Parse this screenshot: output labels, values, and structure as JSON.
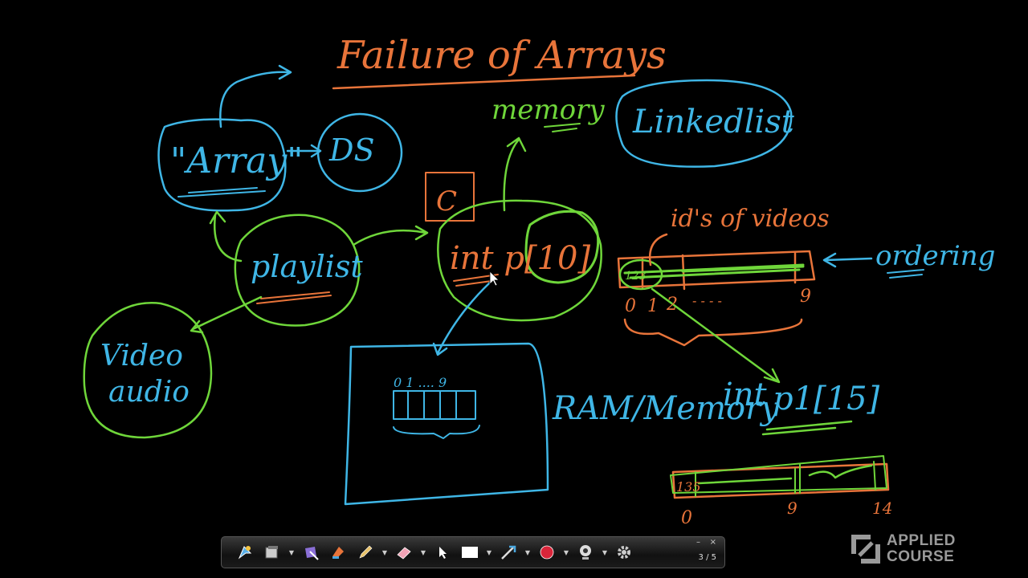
{
  "board": {
    "title": "Failure of Arrays",
    "memory_label": "memory",
    "linkedlist_label": "Linkedlist",
    "array_label": "\"Array\"",
    "ds_label": "DS",
    "c_label": "C",
    "declaration": "int p[10]",
    "playlist_label": "playlist",
    "video_label": "Video",
    "audio_label": "audio",
    "ids_label": "id's of videos",
    "ordering_label": "ordering",
    "ram_label": "RAM/Memory",
    "int_label": "int",
    "p1_label": "p1[15]",
    "box_index_label": "0 1 .... 9",
    "array_cell_value": "123",
    "array_start_index": "0",
    "array_second_index": "1",
    "array_third_index": "2",
    "array_dots": "- - - -",
    "array_last_index": "9",
    "big_array_value": "135",
    "big_array_index_start": "0",
    "big_array_index_mid": "9",
    "big_array_index_end": "14"
  },
  "colors": {
    "orange": "#e8743a",
    "blue": "#3fb6e6",
    "green": "#6fd63a",
    "background": "#000000"
  },
  "toolbar": {
    "tools": [
      {
        "id": "select",
        "icon": "pointer-icon"
      },
      {
        "id": "page",
        "icon": "page-icon"
      },
      {
        "id": "shape",
        "icon": "shape-icon"
      },
      {
        "id": "highlight",
        "icon": "highlight-icon"
      },
      {
        "id": "pen",
        "icon": "pen-icon"
      },
      {
        "id": "eraser",
        "icon": "eraser-icon"
      },
      {
        "id": "cursor",
        "icon": "cursor-icon"
      },
      {
        "id": "rectangle",
        "icon": "rectangle-icon"
      },
      {
        "id": "line",
        "icon": "line-icon"
      },
      {
        "id": "record",
        "icon": "record-icon"
      },
      {
        "id": "webcam",
        "icon": "webcam-icon"
      },
      {
        "id": "settings",
        "icon": "gear-icon"
      }
    ],
    "page_counter": "3 / 5",
    "minimize": "–",
    "close": "×"
  },
  "logo": {
    "line1": "APPLIED",
    "line2": "COURSE"
  }
}
